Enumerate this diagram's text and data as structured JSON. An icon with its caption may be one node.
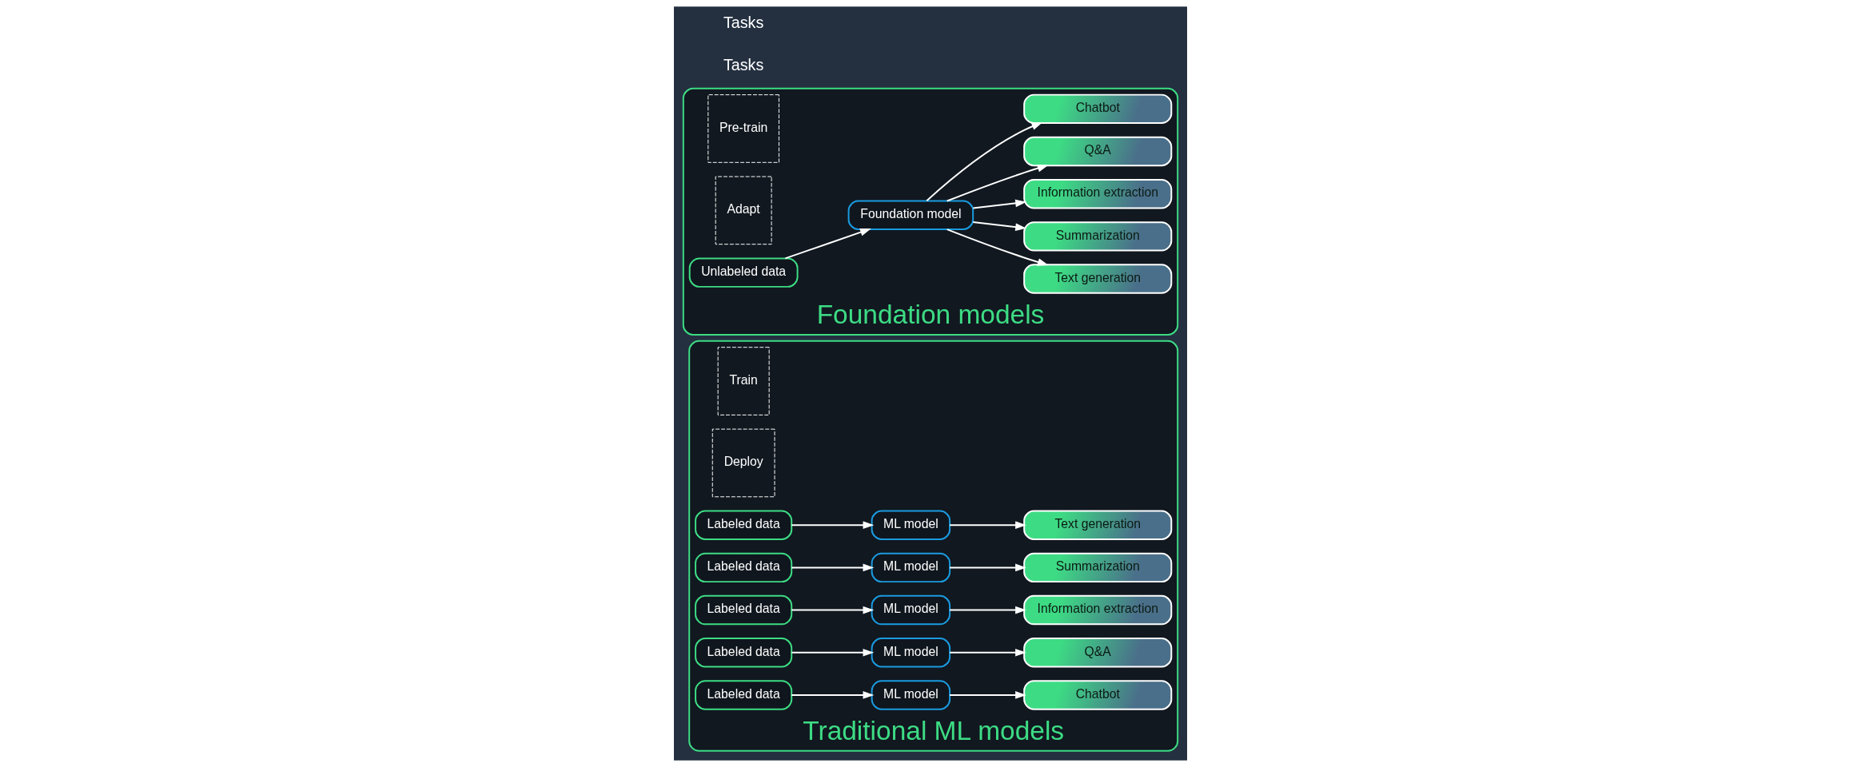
{
  "diagram": {
    "nodes": [
      {
        "text": [
          "Traditional ML models"
        ]
      },
      {
        "text": [
          "Train"
        ],
        "in": 0
      },
      {
        "text": [
          "Deploy"
        ],
        "in": 0
      },
      {
        "text": [
          "Labeled data"
        ],
        "in": 0
      },
      {
        "text": [
          "ML model"
        ],
        "in": 0
      },
      {
        "text": [
          "Text generation"
        ],
        "in": 0
      },
      {
        "text": [
          "Labeled data"
        ],
        "in": 0
      },
      {
        "text": [
          "ML model"
        ],
        "in": 0
      },
      {
        "text": [
          "Summarization"
        ],
        "in": 0
      },
      {
        "text": [
          "Labeled data"
        ],
        "in": 0
      },
      {
        "text": [
          "ML model"
        ],
        "in": 0
      },
      {
        "text": [
          "Information extraction"
        ],
        "in": 0
      },
      {
        "text": [
          "Labeled data"
        ],
        "in": 0
      },
      {
        "text": [
          "ML model"
        ],
        "in": 0
      },
      {
        "text": [
          "Q&A"
        ],
        "in": 0
      },
      {
        "text": [
          "Labeled data"
        ],
        "in": 0
      },
      {
        "text": [
          "ML model"
        ],
        "in": 0
      },
      {
        "text": [
          "Chatbot"
        ],
        "in": 0
      },
      {
        "text": [
          "Foundation models"
        ]
      },
      {
        "text": [
          "Pre-train"
        ],
        "in": 18
      },
      {
        "text": [
          "Adapt"
        ],
        "in": 18
      },
      {
        "text": [
          "Unlabeled data"
        ],
        "in": 18
      },
      {
        "text": [
          "Foundation model"
        ],
        "in": 18
      },
      {
        "text": [
          "Text generation"
        ],
        "in": 18
      },
      {
        "text": [
          "Summarization"
        ],
        "in": 18
      },
      {
        "text": [
          "Information extraction"
        ],
        "in": 18
      },
      {
        "text": [
          "Q&A"
        ],
        "in": 18
      },
      {
        "text": [
          "Chatbot"
        ],
        "in": 18
      }
    ],
    "edges": [
      {
        "from": 3,
        "to": 4,
        "arrow": "to"
      },
      {
        "from": 4,
        "to": 5,
        "arrow": "to"
      },
      {
        "from": 6,
        "to": 7,
        "arrow": "to"
      },
      {
        "from": 7,
        "to": 8,
        "arrow": "to"
      },
      {
        "from": 9,
        "to": 10,
        "arrow": "to"
      },
      {
        "from": 10,
        "to": 11,
        "arrow": "to"
      },
      {
        "from": 12,
        "to": 13,
        "arrow": "to"
      },
      {
        "from": 13,
        "to": 14,
        "arrow": "to"
      },
      {
        "from": 15,
        "to": 16,
        "arrow": "to"
      },
      {
        "from": 16,
        "to": 17,
        "arrow": "to"
      },
      {
        "from": 21,
        "to": 22,
        "arrow": "to"
      },
      {
        "from": 22,
        "to": 23,
        "arrow": "to"
      },
      {
        "from": 22,
        "to": 24,
        "arrow": "to"
      },
      {
        "from": 22,
        "to": 25,
        "arrow": "to"
      },
      {
        "from": 22,
        "to": 26,
        "arrow": "to"
      },
      {
        "from": 22,
        "to": 27,
        "arrow": "to"
      }
    ],
    "labels": [
      "Tasks",
      "Tasks"
    ]
  }
}
